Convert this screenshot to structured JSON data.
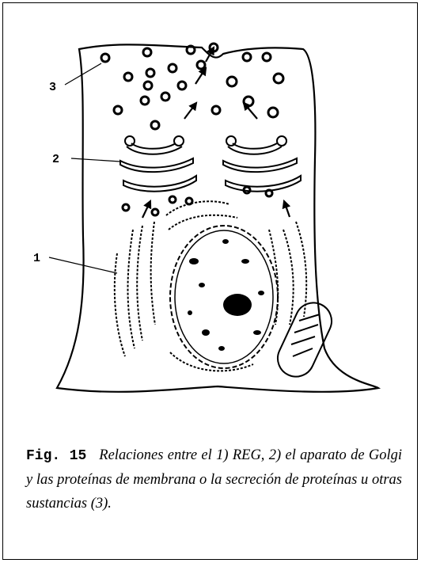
{
  "labels": {
    "one": "1",
    "two": "2",
    "three": "3"
  },
  "caption": {
    "figure_number": "Fig. 15",
    "text": "Relaciones entre el 1) REG, 2) el aparato de Golgi y las proteínas de membrana o la secreción de proteínas u otras sustancias (3)."
  }
}
